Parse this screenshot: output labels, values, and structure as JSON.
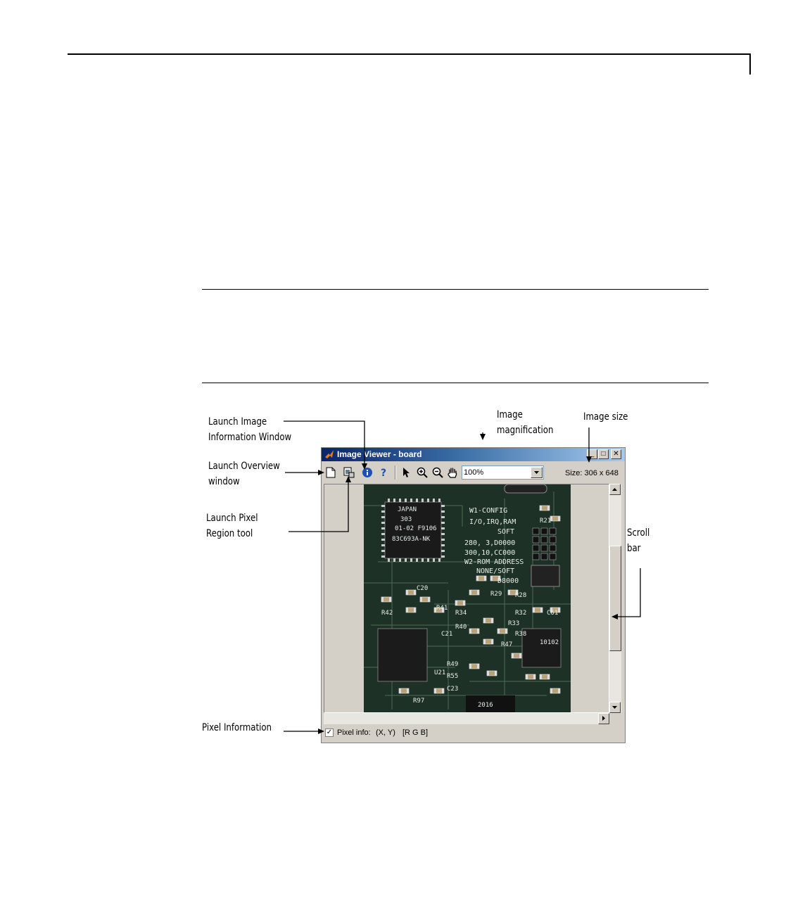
{
  "callouts": {
    "launch_image_info": [
      "Launch Image",
      "Information Window"
    ],
    "launch_overview": [
      "Launch Overview",
      "window"
    ],
    "launch_pixel_region": [
      "Launch Pixel",
      "Region tool"
    ],
    "pixel_information": "Pixel Information",
    "image_magnification": [
      "Image",
      "magnification"
    ],
    "image_size": "Image size",
    "scroll_bar": [
      "Scroll",
      "bar"
    ]
  },
  "window": {
    "title": "Image Viewer - board",
    "buttons": {
      "minimize": "_",
      "maximize": "□",
      "close": "✕"
    }
  },
  "toolbar": {
    "zoom_value": "100%",
    "size_text": "Size: 306 x 648"
  },
  "status": {
    "checkbox_checked": true,
    "pixel_info_label": "Pixel info:",
    "coords": "(X, Y)",
    "rgb": "[R G B]"
  },
  "board": {
    "labels": [
      "W1-CONFIG",
      "I/O,IRQ,RAM",
      "SOFT",
      "280, 3,D0000",
      "300,10,CC000",
      "W2-ROM ADDRESS",
      "NONE/SOFT",
      "D8000",
      "R21",
      "R28",
      "R29",
      "R32",
      "C61",
      "R41",
      "R42",
      "C20",
      "R34",
      "R40",
      "R33",
      "R38",
      "R47",
      "C21",
      "R49",
      "R55",
      "C23",
      "R97",
      "U21",
      "JAPAN",
      "303",
      "01-02 F9106",
      "83C693A-NK",
      "2016",
      "10102"
    ]
  }
}
